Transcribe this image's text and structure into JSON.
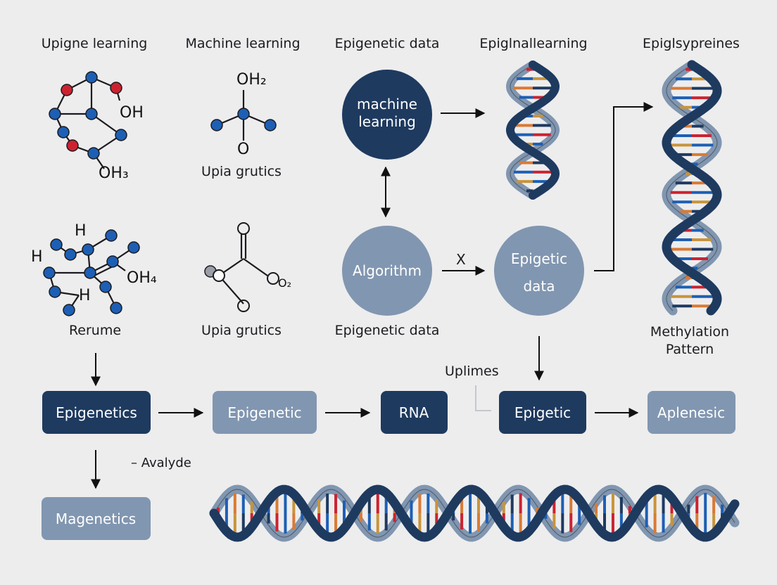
{
  "headers": {
    "col1": "Upigne learning",
    "col2": "Machine learning",
    "col3": "Epigenetic data",
    "col4": "Epiglnallearning",
    "col5": "Epiglsypreines"
  },
  "molecules": {
    "m1": {
      "oh": "OH",
      "oh3": "OH₃"
    },
    "m2": {
      "oh2": "OH₂",
      "o": "O",
      "caption": "Upia grutics"
    },
    "m3": {
      "h1": "H",
      "h2": "H",
      "h3": "H",
      "oh4": "OH₄",
      "caption": "Rerume"
    },
    "m4": {
      "o2": "O₂",
      "caption": "Upia grutics"
    }
  },
  "circles": {
    "ml_line1": "machine",
    "ml_line2": "learning",
    "algorithm": "Algorithm",
    "epi_line1": "Epigetic",
    "epi_line2": "data"
  },
  "labels": {
    "arrow_x": "X",
    "epigenetic_data": "Epigenetic data",
    "methylation_line1": "Methylation",
    "methylation_line2": "Pattern",
    "uplimes": "Uplimes",
    "avalyde": "– Avalyde"
  },
  "boxes": {
    "b1": "Epigenetics",
    "b2": "Epigenetic",
    "b3": "RNA",
    "b4": "Epigetic",
    "b5": "Aplenesic",
    "b6": "Magenetics"
  },
  "colors": {
    "navy": "#1e3a5f",
    "steel": "#8196b0",
    "atom_blue": "#1d5fb4",
    "atom_red": "#cc2230",
    "base_orange": "#d97a34",
    "base_gold": "#c8943a",
    "background": "#ededee"
  }
}
